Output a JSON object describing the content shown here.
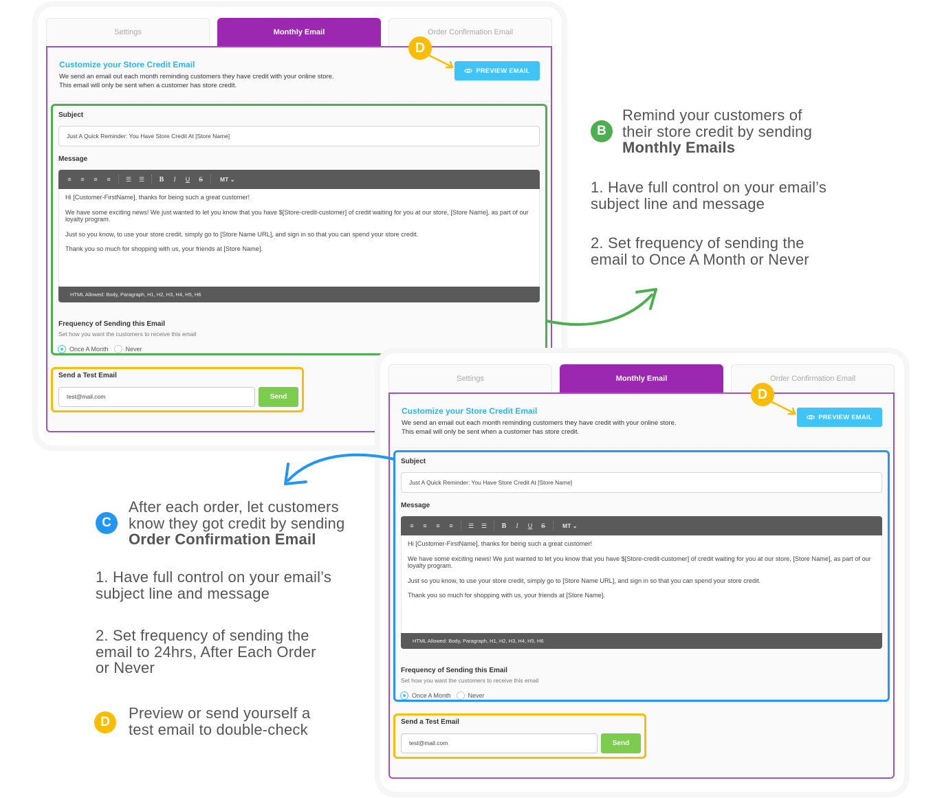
{
  "colors": {
    "tab_active": "#9c27b0",
    "content_border": "#a450c0",
    "title_blue": "#29b6f6",
    "preview_button": "#40c4f8",
    "send_button": "#7ccd4d",
    "highlight_green": "#4caf50",
    "highlight_blue": "#2196f3",
    "highlight_yellow": "#fbbc04"
  },
  "panels": [
    {
      "tabs": [
        {
          "label": "Settings",
          "active": false
        },
        {
          "label": "Monthly Email",
          "active": true
        },
        {
          "label": "Order Confirmation Email",
          "active": false
        }
      ],
      "intro": {
        "title": "Customize your Store Credit Email",
        "line1": "We send an email out each month reminding customers they have credit with your online store.",
        "line2": "This email will only be sent when a customer has store credit."
      },
      "preview_button": {
        "icon": "eye-icon",
        "label": "PREVIEW EMAIL"
      },
      "marker": "D",
      "subject": {
        "label": "Subject",
        "value": "Just A Quick Reminder: You Have Store Credit At [Store Name]"
      },
      "message": {
        "label": "Message",
        "toolbar": {
          "align": [
            "align-left-icon",
            "align-center-icon",
            "align-right-icon",
            "align-justify-icon"
          ],
          "lists": [
            "bullet-list-icon",
            "numbered-list-icon"
          ],
          "format": [
            "B",
            "I",
            "U",
            "S"
          ],
          "font": "MT"
        },
        "body": [
          "Hi [Customer-FirstName], thanks for being such a great customer!",
          "We have some exciting news! We just wanted to let you know that you have $[Store-credit-customer] of credit waiting for you at our store, [Store Name], as part of our loyalty program.",
          "Just so you know, to use your store credit, simply go to [Store Name URL], and sign in so that you can spend your store credit.",
          "Thank you so much for shopping with us, your friends at [Store Name]."
        ],
        "footer": "HTML Allowed: Body, Paragraph, H1, H2, H3, H4, H5, H6"
      },
      "frequency": {
        "title": "Frequency of Sending this Email",
        "subtitle": "Set how you want the customers to receive this email",
        "options": [
          {
            "label": "Once A Month",
            "selected": true
          },
          {
            "label": "Never",
            "selected": false
          }
        ]
      },
      "test_email": {
        "title": "Send a Test Email",
        "value": "test@mail.com",
        "button": "Send"
      }
    },
    {
      "tabs": [
        {
          "label": "Settings",
          "active": false
        },
        {
          "label": "Monthly Email",
          "active": true
        },
        {
          "label": "Order Confirmation Email",
          "active": false
        }
      ],
      "intro": {
        "title": "Customize your Store Credit Email",
        "line1": "We send an email out each month reminding customers they have credit with your online store.",
        "line2": "This email will only be sent when a customer has store credit."
      },
      "preview_button": {
        "icon": "eye-icon",
        "label": "PREVIEW EMAIL"
      },
      "marker": "D",
      "subject": {
        "label": "Subject",
        "value": "Just A Quick Reminder: You Have Store Credit At [Store Name]"
      },
      "message": {
        "label": "Message",
        "toolbar": {
          "align": [
            "align-left-icon",
            "align-center-icon",
            "align-right-icon",
            "align-justify-icon"
          ],
          "lists": [
            "bullet-list-icon",
            "numbered-list-icon"
          ],
          "format": [
            "B",
            "I",
            "U",
            "S"
          ],
          "font": "MT"
        },
        "body": [
          "Hi [Customer-FirstName], thanks for being such a great customer!",
          "We have some exciting news! We just wanted to let you know that you have $[Store-credit-customer] of credit waiting for you at our store, [Store Name], as part of our loyalty program.",
          "Just so you know, to use your store credit, simply go to [Store Name URL], and sign in so that you can spend your store credit.",
          "Thank you so much for shopping with us, your friends at [Store Name]."
        ],
        "footer": "HTML Allowed: Body, Paragraph, H1, H2, H3, H4, H5, H6"
      },
      "frequency": {
        "title": "Frequency of Sending this Email",
        "subtitle": "Set how you want the customers to receive this email",
        "options": [
          {
            "label": "Once A Month",
            "selected": true
          },
          {
            "label": "Never",
            "selected": false
          }
        ]
      },
      "test_email": {
        "title": "Send a Test Email",
        "value": "test@mail.com",
        "button": "Send"
      }
    }
  ],
  "callouts": {
    "b": {
      "badge": "B",
      "line1": "Remind your customers of",
      "line2": "their store credit by sending",
      "bold": "Monthly Emails",
      "point1_a": "1. Have full control on your email’s",
      "point1_b": "subject line and message",
      "point2_a": "2. Set frequency of sending the",
      "point2_b": "email to Once A Month or Never"
    },
    "c": {
      "badge": "C",
      "line1": "After each order, let customers",
      "line2": "know they got credit by sending",
      "bold": "Order Confirmation Email",
      "point1_a": "1. Have full control on your email’s",
      "point1_b": "subject line and message",
      "point2_a": "2. Set frequency of sending the",
      "point2_b": "email to 24hrs, After Each Order",
      "point2_c": "or Never"
    },
    "d": {
      "badge": "D",
      "line1": "Preview or send yourself a",
      "line2": "test email to double-check"
    }
  }
}
